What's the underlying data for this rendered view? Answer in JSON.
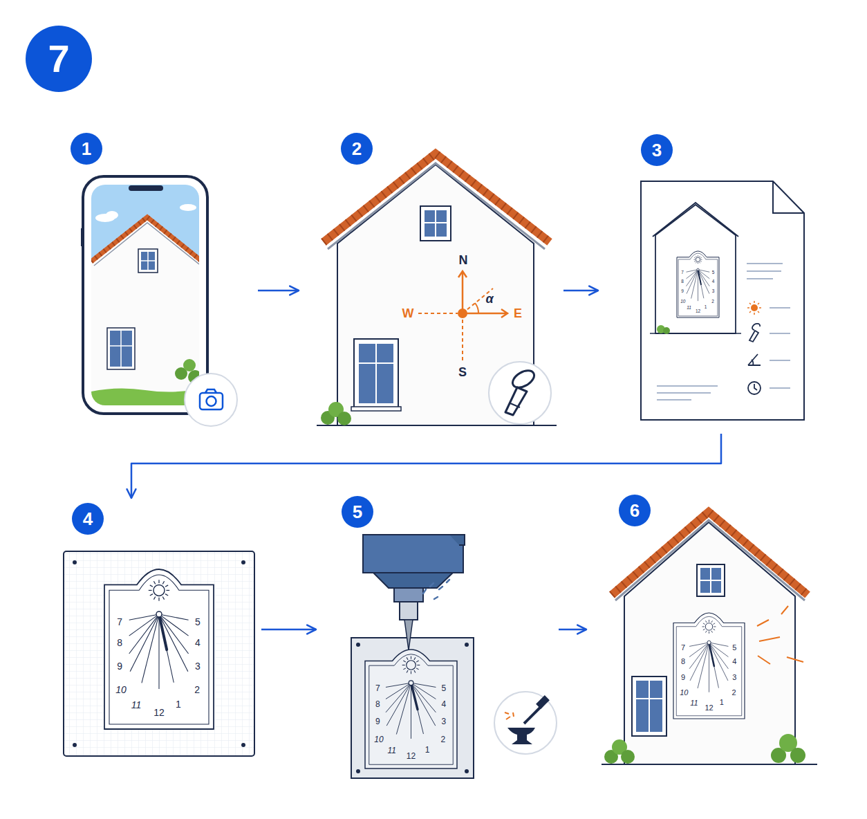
{
  "diagram": {
    "title": "7",
    "nodes": [
      {
        "text": [
          "1"
        ]
      },
      {
        "text": [
          "2"
        ]
      },
      {
        "text": [
          "3"
        ]
      },
      {
        "text": [
          "7",
          "8",
          "9",
          "10",
          "11",
          "12",
          "1",
          "2",
          "3",
          "4",
          "5"
        ],
        "in": 2
      },
      {
        "text": [
          "4"
        ]
      },
      {
        "text": [
          "7",
          "8",
          "9",
          "10",
          "11",
          "12",
          "1",
          "2",
          "3",
          "4",
          "5"
        ],
        "in": 4
      },
      {
        "text": [
          "5"
        ]
      },
      {
        "text": [
          "7",
          "8",
          "9",
          "10",
          "11",
          "12",
          "1",
          "2",
          "3",
          "4",
          "5"
        ],
        "in": 6
      },
      {
        "text": [
          "6"
        ]
      },
      {
        "text": [
          "7",
          "8",
          "9",
          "10",
          "11",
          "12",
          "1",
          "2",
          "3",
          "4",
          "5"
        ],
        "in": 8
      }
    ],
    "edges": [
      {
        "from": 0,
        "to": 1,
        "arrow": "to"
      },
      {
        "from": 1,
        "to": 2,
        "arrow": "to"
      },
      {
        "from": 2,
        "to": 4,
        "arrow": "to"
      },
      {
        "from": 4,
        "to": 6,
        "arrow": "to"
      },
      {
        "from": 6,
        "to": 8,
        "arrow": "to"
      }
    ],
    "labels": [
      "N",
      "W",
      "E",
      "S",
      "α"
    ]
  }
}
